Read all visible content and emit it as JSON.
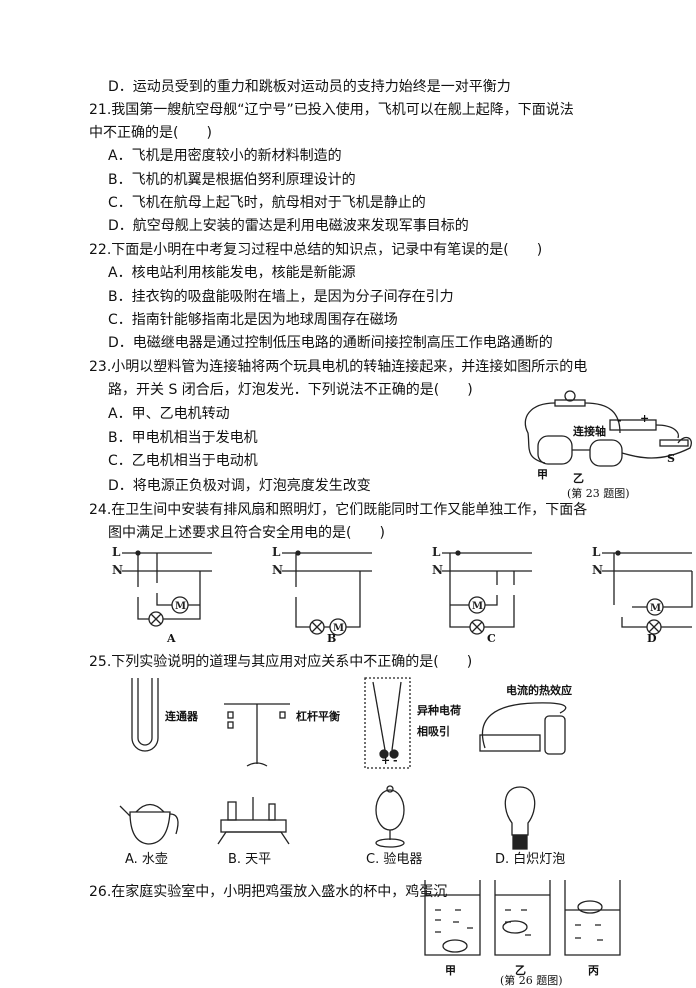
{
  "q20": {
    "d": "D．运动员受到的重力和跳板对运动员的支持力始终是一对平衡力"
  },
  "q21": {
    "stem1": "21.我国第一艘航空母舰“辽宁号”已投入使用，飞机可以在舰上起降，下面说法",
    "stem2": "中不正确的是(　　)",
    "options": [
      "A．飞机是用密度较小的新材料制造的",
      "B．飞机的机翼是根据伯努利原理设计的",
      "C．飞机在航母上起飞时，航母相对于飞机是静止的",
      "D．航空母舰上安装的雷达是利用电磁波来发现军事目标的"
    ]
  },
  "q22": {
    "stem": "22.下面是小明在中考复习过程中总结的知识点，记录中有笔误的是(　　)",
    "options": [
      "A．核电站利用核能发电，核能是新能源",
      "B．挂衣钩的吸盘能吸附在墙上，是因为分子间存在引力",
      "C．指南针能够指南北是因为地球周围存在磁场",
      "D．电磁继电器是通过控制低压电路的通断间接控制高压工作电路通断的"
    ]
  },
  "q23": {
    "stem1": "23.小明以塑料管为连接轴将两个玩具电机的转轴连接起来，并连接如图所示的电",
    "stem2": "路，开关 S 闭合后，灯泡发光．下列说法不正确的是(　　)",
    "options": [
      "A．甲、乙电机转动",
      "B．甲电机相当于发电机",
      "C．乙电机相当于电动机",
      "D．将电源正负极对调，灯泡亮度发生改变"
    ],
    "figure": {
      "axle": "连接轴",
      "motor1": "甲",
      "motor2": "乙",
      "switch": "S",
      "minus": "-",
      "plus": "+",
      "caption": "(第 23 题图)"
    }
  },
  "q24": {
    "stem1": "24.在卫生间中安装有排风扇和照明灯，它们既能同时工作又能单独工作，下面各",
    "stem2": "图中满足上述要求且符合安全用电的是(　　)",
    "live": "L",
    "neutral": "N",
    "motor": "M",
    "labels": [
      "A",
      "B",
      "C",
      "D"
    ]
  },
  "q25": {
    "stem": "25.下列实验说明的道理与其应用对应关系中不正确的是(　　)",
    "experiments": [
      "连通器",
      "杠杆平衡",
      "异种电荷",
      "相吸引",
      "电流的热效应"
    ],
    "charges": [
      "+",
      "-"
    ],
    "applications": [
      "A. 水壶",
      "B. 天平",
      "C. 验电器",
      "D. 白炽灯泡"
    ]
  },
  "q26": {
    "stem": "26.在家庭实验室中，小明把鸡蛋放入盛水的杯中，鸡蛋沉",
    "cups": [
      "甲",
      "乙",
      "丙"
    ],
    "caption": "(第 26 题图)"
  }
}
